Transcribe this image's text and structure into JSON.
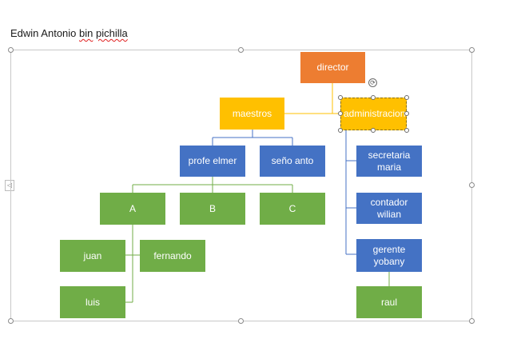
{
  "document": {
    "author_line_start": "Edwin Antonio ",
    "author_line_bin": "bin",
    "author_line_space": " ",
    "author_line_last": "pichilla"
  },
  "colors": {
    "director": "#ed7d31",
    "level1": "#ffc000",
    "level2": "#4472c4",
    "level3": "#70ad47",
    "connector": "#ffc000",
    "connector_blue": "#4472c4"
  },
  "icons": {
    "rotate": "rotate-handle-icon",
    "side_tab": "chevron-left-icon"
  },
  "side_tab_glyph": "◁",
  "rotate_glyph": "⟳",
  "org_chart": {
    "director": "director",
    "maestros": "maestros",
    "administracion": "administracion",
    "profe_elmer": "profe elmer",
    "seno_anto": "seño anto",
    "group_a": "A",
    "group_b": "B",
    "group_c": "C",
    "juan": "juan",
    "fernando": "fernando",
    "luis": "luis",
    "secretaria": "secretaria\nmaria",
    "contador": "contador\nwilian",
    "gerente": "gerente\nyobany",
    "raul": "raul"
  }
}
